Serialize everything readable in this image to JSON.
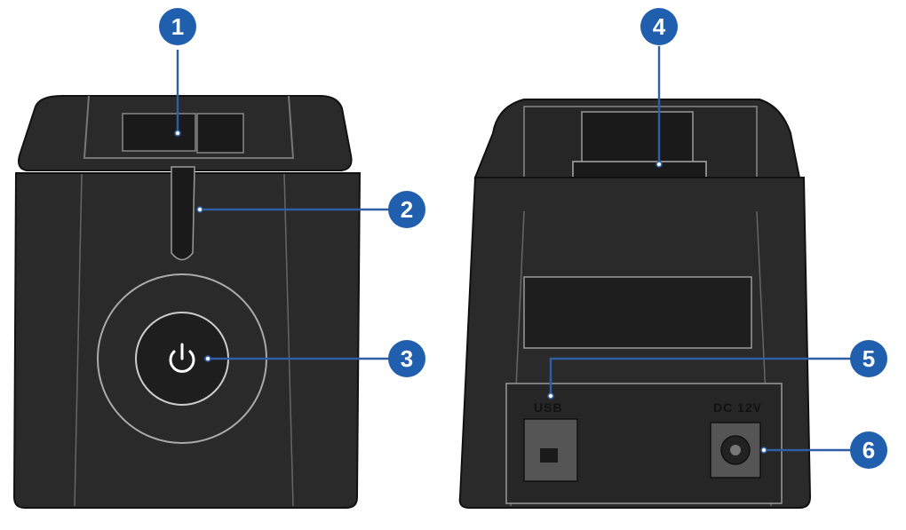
{
  "callouts": [
    "1",
    "2",
    "3",
    "4",
    "5",
    "6"
  ],
  "ports": {
    "usb_label": "USB",
    "dc_label": "DC 12V"
  },
  "colors": {
    "callout": "#1f5fae",
    "leader": "#2e5fa3",
    "device": "#2a2a2a",
    "outline": "#111111",
    "port_panel": "#555555"
  },
  "icons": {
    "power": "power-icon"
  }
}
